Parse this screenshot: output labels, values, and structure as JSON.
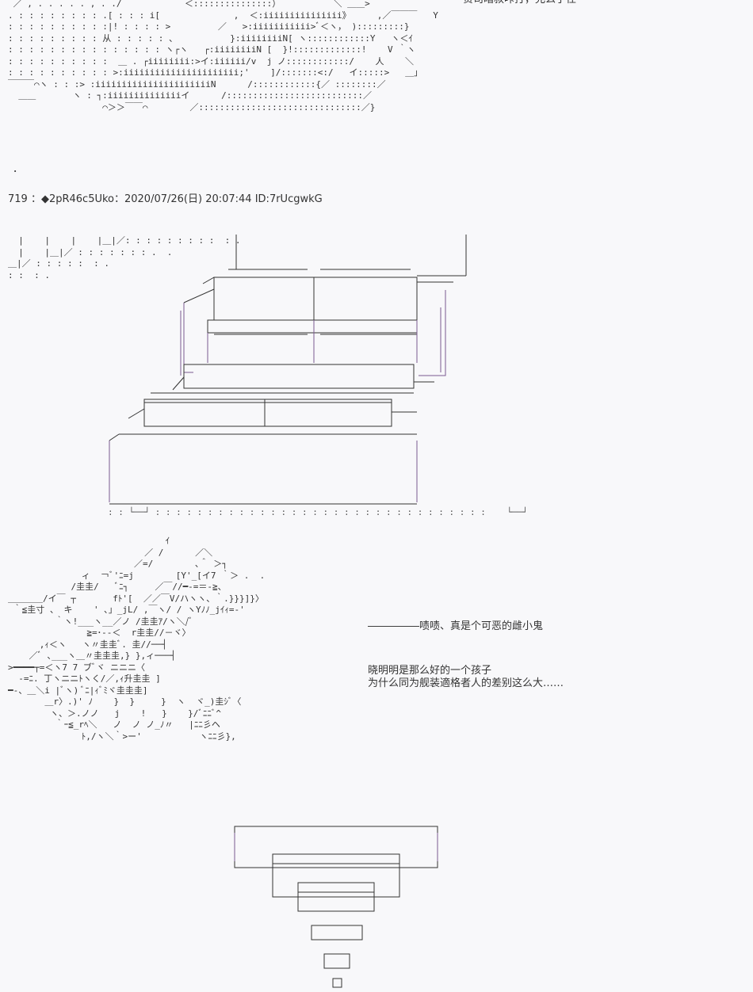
{
  "top_right_text": "贤司暗叔咔打，允么了仕",
  "post_header": "719 ：◆2pR46c5Uko：2020/07/26(日) 20:07:44 ID:7rUcgwkG",
  "dot_marker": "．",
  "dialogue_1": "―――――啧啧、真是个可恶的雌小鬼",
  "dialogue_2": "晓明明是那么好的一个孩子",
  "dialogue_3": "为什么同为舰装適格者人的差别这么大……",
  "ascii_top": " ／ , . . . . . , . ./            ＜:::::::::::::::）          ＼ ＿＿>\n. : : : : : : : : .[ : : : i[              ,  ＜:iiiiiiiiiiiiiii》     ,／￣￣￣   Y\n: : : : : : : : : :|! : : : : >         ／   >:iiiiiiiiiii>ﾞ＜ヽ， ):::::::::}\n: : : : : : : : : 从 : : : : : 、          }:iiiiiiiiN[ ヽ::::::::::::Y   ヽ＜ｲ\n: : : : : : : : : : : : : : : ヽ┌ヽ   ┌:iiiiiiiiN [  }!:::::::::::::!    V ｀ヽ\n: : : : : : : : : :  ＿ . ┌iiiiiiii:>イ:iiiiii/v  j ノ::::::::::::/    人    ＼\n: : : : : : : : : : >:iiiiiiiiiiiiiiiiiiiiii;'    ]/:::::::<:/   イ:::::>   ＿」\n￣￣￣⌒ヽ : : :> :iiiiiiiiiiiiiiiiiiiiiiN      /::::::::::::{／ ::::::::／\n  ＿＿       ヽ : ┐:iiiiiiiiiiiiiiイ      /::::::::::::::::::::::::::／\n                  ⌒＞＞￣￣⌒        ／:::::::::::::::::::::::::::::::／}",
  "ascii_mid": "  |    |    |    |＿|／: : : : : : : : :  : .\n  |    |＿|／ : : : : : : : .  .\n＿|／ : : : : :  : .\n: :  : .",
  "ascii_sofa_base": ": : └──┘ : : : : : : : : : : : : : : : : : : : : : : : : : : : : : : : :    └──┘",
  "ascii_char": "                              ｲ\n                          ／ /      ／＼\n                        ／=/        ､＾ ＞┐\n              ィ  ￢ﾞ'ﾆ=j        [Y'_[イ7 ｀＞ .  .\n            /圭圭/   ﾞﾆ┐     ／￣//━-=＝-≧、\n＿＿＿＿/イ￣ ┬       fﾄ'[  ／／￣V/ハヽヽ、｀.}}}]}〉\n ｀≦圭寸 、 キ    ' ､」_jL/ ,￣ヽ/ / ヽYﾉﾉ_jｲｨ=-'\n         ｀ヽ!___ヽ__／ノ /圭圭ｱ/ヽ＼/ﾞ\n               ≧=･--＜  r圭圭//－ヾ〉\n      ,ｨ＜ヽ   ヽ〃圭圭ﾞ. 圭//──┤\n    ／ﾞ ､___ヽ＿〃圭圭圭,} },ィ───┤\n>━━━━┬=＜ヽ7 7 ブﾞヾ ニニニ〈\n  -=ﾆ. 丁ヽニニﾄヽく/／,ｨ升圭圭 ]\n━-、＿＼i |ﾞヽ) ﾞﾆ|ｨﾞﾐヾ圭圭圭]\n       ＿r〉.)' ﾉ    }  }     }  ヽ  ヾ_)圭ｼﾞ〈\n        ヽ、＞.ノノ   j    !   }    }/ﾞﾆﾆﾞ^\n         ｀ｰ≦_rﾍ＼   ノ  ノ ノ_ﾉ〃   |ﾆﾆ彡ヘ\n              ﾄ,/ヽ＼｀>ー'           ヽﾆﾆ彡},"
}
